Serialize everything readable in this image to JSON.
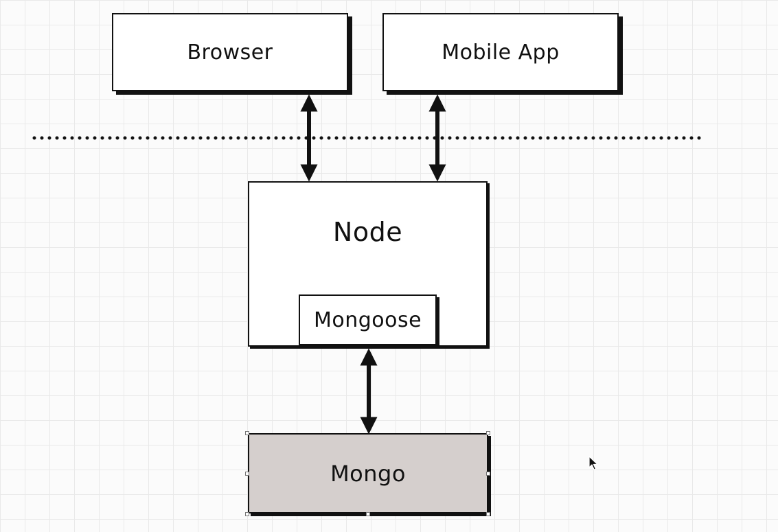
{
  "diagram": {
    "nodes": {
      "browser": "Browser",
      "mobile_app": "Mobile App",
      "node": "Node",
      "mongoose": "Mongoose",
      "mongo": "Mongo"
    },
    "edges": [
      {
        "from": "browser",
        "to": "node",
        "bidirectional": true
      },
      {
        "from": "mobile_app",
        "to": "node",
        "bidirectional": true
      },
      {
        "from": "mongoose",
        "to": "mongo",
        "bidirectional": true
      }
    ],
    "separator": "dotted",
    "selected_node": "mongo"
  },
  "colors": {
    "ink": "#111111",
    "mongo_fill": "#d5cfcd",
    "grid": "#e9e9e9",
    "background": "#fbfbfb"
  }
}
